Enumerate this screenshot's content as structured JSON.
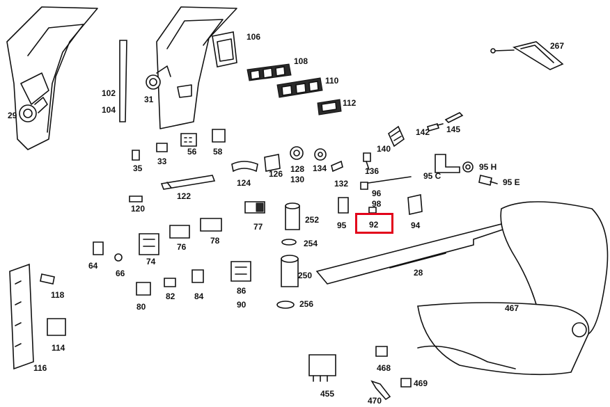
{
  "labels": {
    "p29": "29",
    "p31": "31",
    "p102": "102",
    "p104": "104",
    "p106": "106",
    "p108": "108",
    "p110": "110",
    "p112": "112",
    "p267": "267",
    "p142": "142",
    "p145": "145",
    "p140": "140",
    "p35": "35",
    "p33": "33",
    "p56": "56",
    "p58": "58",
    "p124": "124",
    "p126": "126",
    "p128": "128",
    "p130": "130",
    "p134": "134",
    "p136": "136",
    "p132": "132",
    "p95c": "95 C",
    "p95h": "95 H",
    "p95e": "95 E",
    "p122": "122",
    "p96": "96",
    "p98": "98",
    "p120": "120",
    "p77": "77",
    "p252": "252",
    "p95": "95",
    "p92": "92",
    "p94": "94",
    "p74": "74",
    "p76": "76",
    "p78": "78",
    "p254": "254",
    "p64": "64",
    "p66": "66",
    "p250": "250",
    "p28": "28",
    "p118": "118",
    "p80": "80",
    "p82": "82",
    "p84": "84",
    "p86": "86",
    "p90": "90",
    "p256": "256",
    "p467": "467",
    "p114": "114",
    "p116": "116",
    "p468": "468",
    "p455": "455",
    "p469": "469",
    "p470": "470"
  },
  "highlight": {
    "part": "92",
    "color": "#e2001a"
  }
}
